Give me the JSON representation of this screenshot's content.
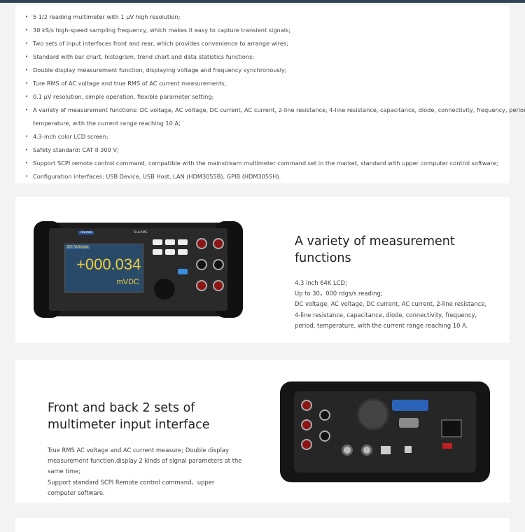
{
  "features": [
    "5 1/2 reading multimeter with 1 μV high resolution;",
    "30 kS/s high-speed sampling frequency, which makes it easy to capture transient signals;",
    "Two sets of input interfaces front and rear, which provides convenience to arrange wires;",
    "Standard with bar chart, histogram, trend chart and data statistics functions;",
    "Double display measurement function, displaying voltage and frequency synchronously;",
    "Ture RMS of AC voltage and true RMS of AC current measurements;",
    "0.1 μV resolution, simple operation, flexible parameter setting;",
    "A variety of measurement functions: DC voltage, AC voltage, DC current, AC current, 2-line resistance, 4-line resistance, capacitance, diode, connectivity, frequency, period,",
    "4.3-inch color LCD screen;",
    "Safety standard: CAT II 300 V;",
    "Support SCPI remote control command, compatible with the mainstream multimeter command set in the market, standard with upper computer control software;",
    "Configuration interfaces: USB Device, USB Host, LAN (HDM3055B), GPIB (HDM3055H)."
  ],
  "features_continuation": "temperature, with the current range reaching 10 A;",
  "section2": {
    "title_lines": [
      "A variety of measurement",
      "functions"
    ],
    "body_lines": [
      "4.3 inch 64K LCD;",
      "Up to 30，000 rdgs/s reading;",
      "DC voltage, AC voltage, DC current, AC current, 2-line resistance,",
      "4-line resistance, capacitance, diode, connectivity, frequency,",
      "period, temperature, with the current range reaching 10 A."
    ],
    "device": {
      "brand": "Hantek",
      "model": "TrueRMS",
      "mode": "DC Voltage",
      "reading": "+000.034",
      "unit": "mVDC"
    }
  },
  "section3": {
    "title_lines": [
      "Front and back 2 sets of",
      "multimeter input interface"
    ],
    "body_lines": [
      "True RMS AC voltage and AC current measure; Double display",
      "measurement function,display 2 kinds of signal parameters at the",
      "same time;",
      "Support standard SCPI Remote control command、upper",
      "computer software."
    ]
  }
}
